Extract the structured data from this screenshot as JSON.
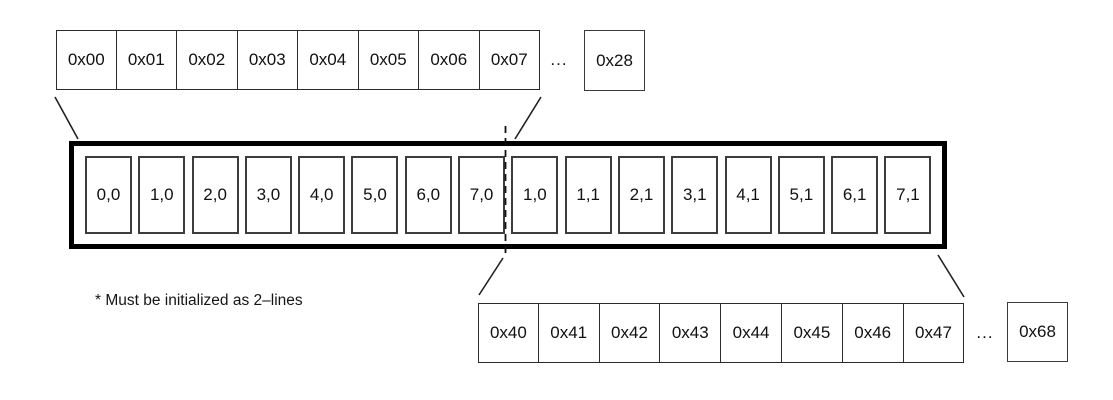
{
  "top_row": {
    "cells": [
      "0x00",
      "0x01",
      "0x02",
      "0x03",
      "0x04",
      "0x05",
      "0x06",
      "0x07"
    ],
    "ellipsis": "...",
    "tail_cell": "0x28"
  },
  "line_buffer": {
    "cells": [
      "0,0",
      "1,0",
      "2,0",
      "3,0",
      "4,0",
      "5,0",
      "6,0",
      "7,0",
      "1,0",
      "1,1",
      "2,1",
      "3,1",
      "4,1",
      "5,1",
      "6,1",
      "7,1"
    ]
  },
  "bottom_row": {
    "cells": [
      "0x40",
      "0x41",
      "0x42",
      "0x43",
      "0x44",
      "0x45",
      "0x46",
      "0x47"
    ],
    "ellipsis": "...",
    "tail_cell": "0x68"
  },
  "footnote": "* Must be initialized as 2–lines",
  "colors": {
    "background": "#ffffff",
    "thick_border": "#000000",
    "thin_border": "#2b2b2b",
    "connector_line": "#222222"
  }
}
